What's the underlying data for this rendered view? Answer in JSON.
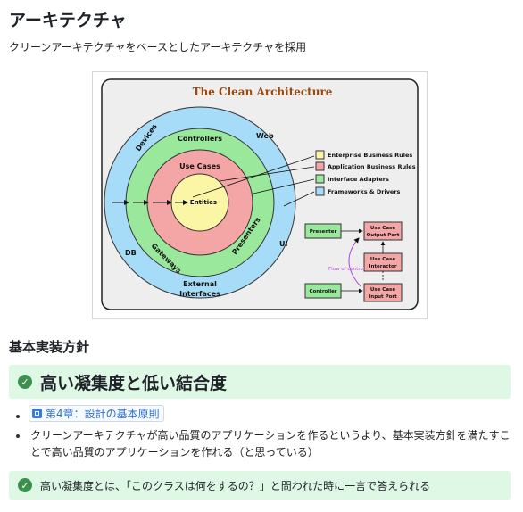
{
  "page": {
    "title": "アーキテクチャ",
    "subtitle": "クリーンアーキテクチャをベースとしたアーキテクチャを採用"
  },
  "diagram": {
    "title": "The Clean Architecture",
    "rings": {
      "outer_labels": [
        "Devices",
        "Web",
        "DB",
        "UI",
        "External",
        "Interfaces"
      ],
      "green_labels": [
        "Controllers",
        "Gateways",
        "Presenters"
      ],
      "red_label": "Use Cases",
      "core_label": "Entities"
    },
    "legend": [
      {
        "label": "Enterprise Business Rules",
        "color": "#fbf6a6"
      },
      {
        "label": "Application Business Rules",
        "color": "#f4a6a6"
      },
      {
        "label": "Interface Adapters",
        "color": "#9ae89c"
      },
      {
        "label": "Frameworks & Drivers",
        "color": "#a6dcf7"
      }
    ],
    "flow": {
      "presenter": "Presenter",
      "output_port": [
        "Use Case",
        "Output Port"
      ],
      "interactor": [
        "Use Case",
        "Interactor"
      ],
      "input_port": [
        "Use Case",
        "Input Port"
      ],
      "controller": "Controller",
      "flow_label": "Flow of control"
    }
  },
  "section": {
    "heading": "基本実装方針",
    "callout_title": "高い凝集度と低い結合度",
    "link_label": "第4章：設計の基本原則",
    "bullet_text": "クリーンアーキテクチャが高い品質のアプリケーションを作るというより、基本実装方針を満たすことで高い品質のアプリケーションを作れる（と思っている）",
    "callout_small": "高い凝集度とは、「このクラスは何をするの？」と問われた時に一言で答えられる"
  }
}
